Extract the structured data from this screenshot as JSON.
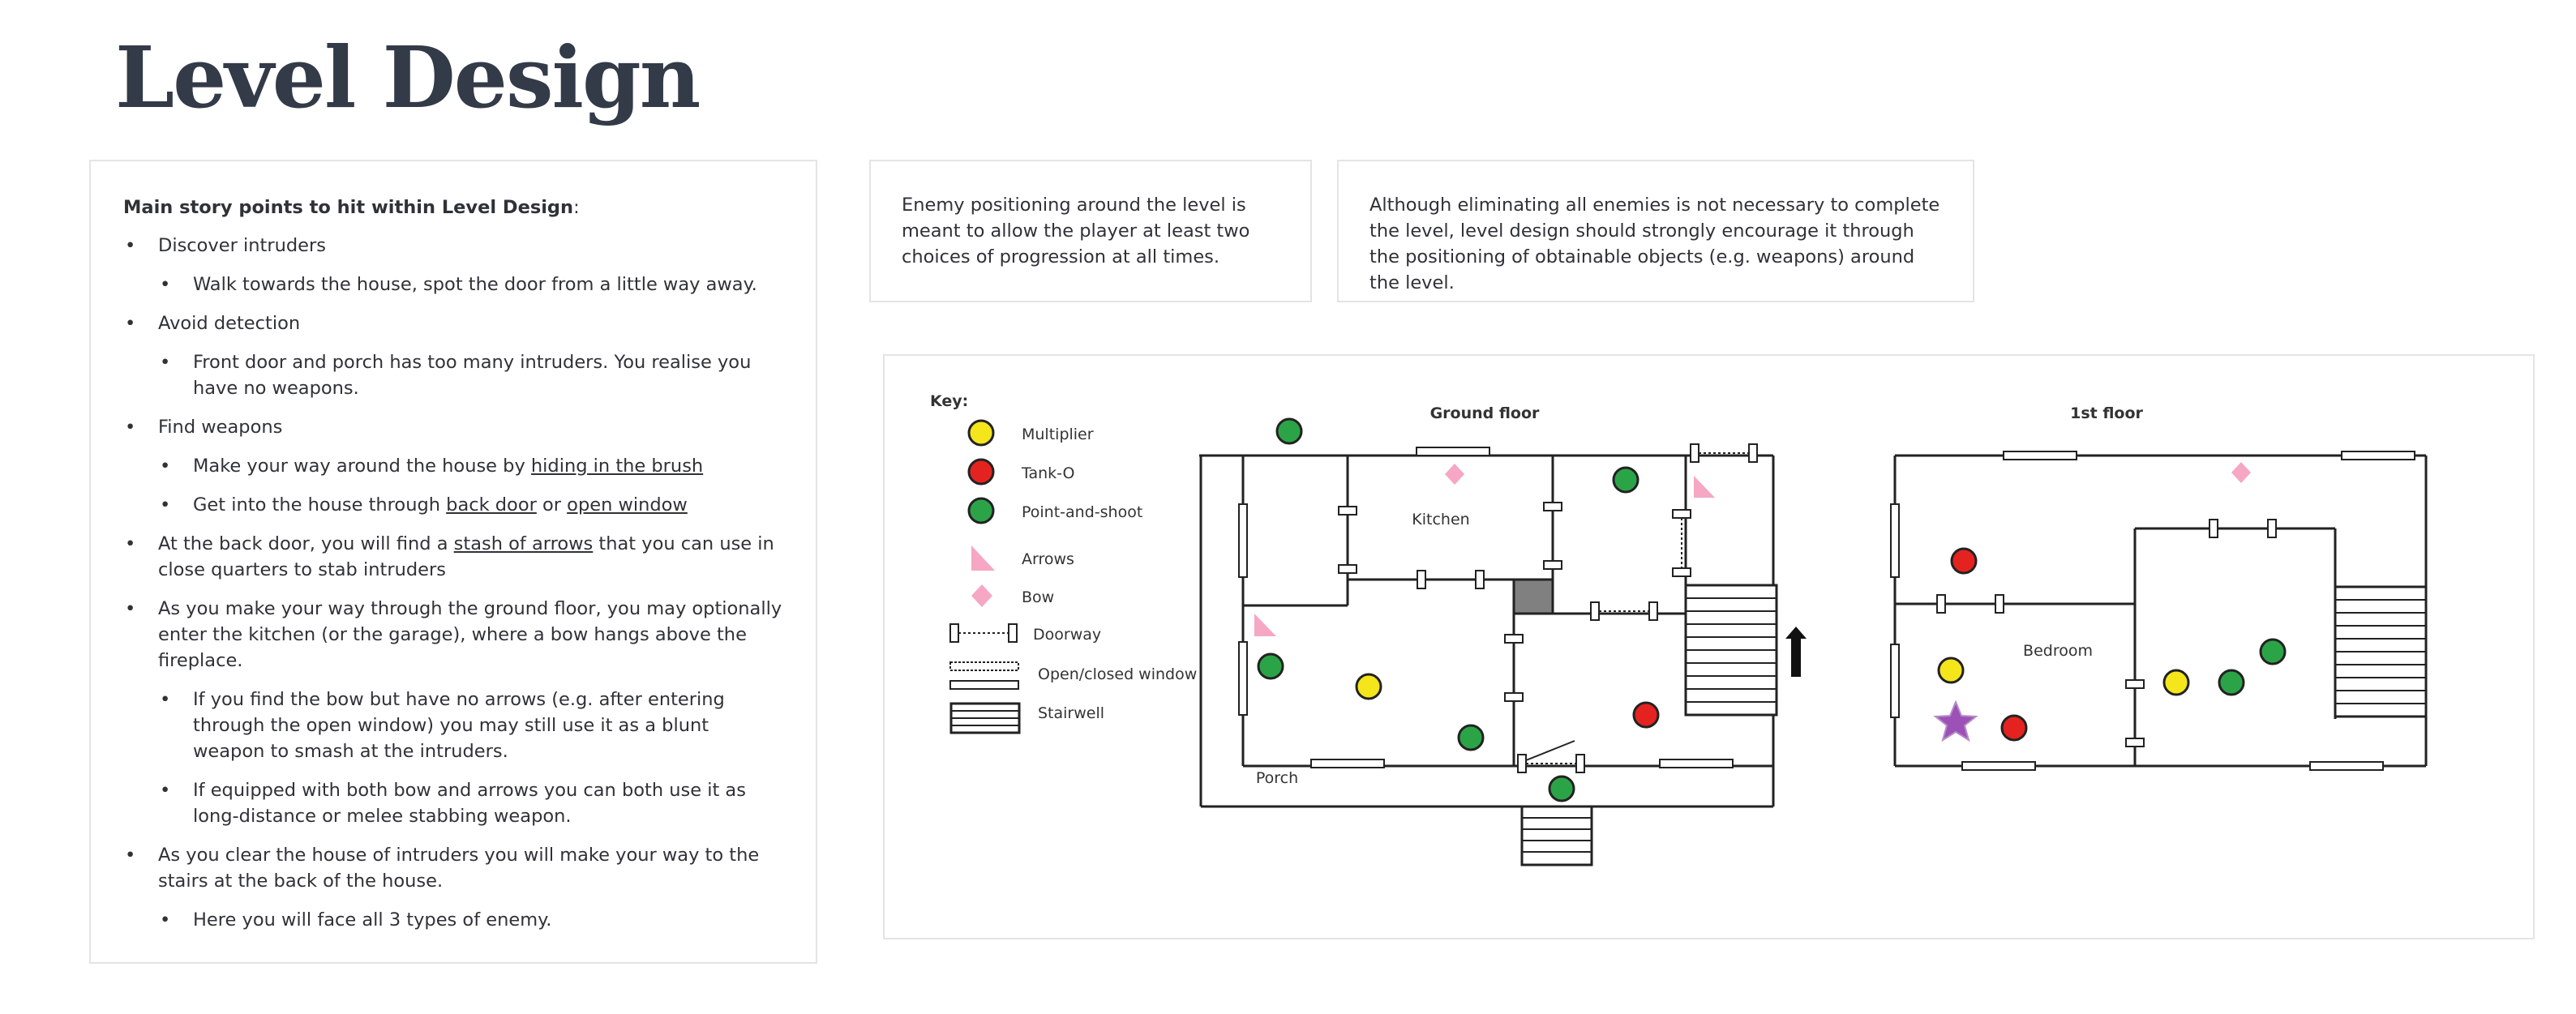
{
  "title": "Level Design",
  "story": {
    "heading": "Main story points to hit within Level Design",
    "heading_suffix": ":",
    "items": [
      {
        "level": 1,
        "parts": [
          {
            "text": "Discover intruders"
          }
        ]
      },
      {
        "level": 2,
        "parts": [
          {
            "text": "Walk towards the house, spot the door from a little way away."
          }
        ]
      },
      {
        "level": 1,
        "parts": [
          {
            "text": "Avoid detection"
          }
        ]
      },
      {
        "level": 2,
        "parts": [
          {
            "text": "Front door and porch has too many intruders. You realise you have no weapons."
          }
        ]
      },
      {
        "level": 1,
        "parts": [
          {
            "text": "Find weapons"
          }
        ]
      },
      {
        "level": 2,
        "parts": [
          {
            "text": "Make your way around the house by "
          },
          {
            "text": "hiding in the brush",
            "link": true
          }
        ]
      },
      {
        "level": 2,
        "parts": [
          {
            "text": "Get into the house through "
          },
          {
            "text": "back door",
            "link": true
          },
          {
            "text": " or "
          },
          {
            "text": "open window",
            "link": true
          }
        ]
      },
      {
        "level": 1,
        "parts": [
          {
            "text": "At the back door, you will find a "
          },
          {
            "text": "stash of arrows",
            "link": true
          },
          {
            "text": " that you can use in close quarters to stab intruders"
          }
        ]
      },
      {
        "level": 1,
        "parts": [
          {
            "text": "As you make your way through the ground floor, you may optionally enter the kitchen (or the garage), where a bow hangs above the fireplace."
          }
        ]
      },
      {
        "level": 2,
        "parts": [
          {
            "text": "If you find the bow but have no arrows (e.g. after entering through the open window) you may still use it as a blunt weapon to smash at the intruders."
          }
        ]
      },
      {
        "level": 2,
        "parts": [
          {
            "text": "If equipped with both bow and arrows you can both use it as long-distance or melee stabbing weapon."
          }
        ]
      },
      {
        "level": 1,
        "parts": [
          {
            "text": "As you clear the house of intruders you will make your way to the stairs at the back of the house."
          }
        ]
      },
      {
        "level": 2,
        "parts": [
          {
            "text": "Here you will face all 3 types of enemy."
          }
        ]
      }
    ]
  },
  "notes": {
    "enemy_positioning": "Enemy positioning around the level is meant to allow the player at least two choices of progression at all times.",
    "eliminating_enemies": "Although eliminating all enemies is not necessary to complete the level, level design should strongly encourage it through the positioning of obtainable objects (e.g. weapons) around the level."
  },
  "map": {
    "key_title": "Key:",
    "key": {
      "multiplier": "Multiplier",
      "tank_o": "Tank-O",
      "point_and_shoot": "Point-and-shoot",
      "arrows": "Arrows",
      "bow": "Bow",
      "doorway": "Doorway",
      "window": "Open/closed window",
      "stairwell": "Stairwell"
    },
    "ground_floor": {
      "title": "Ground floor",
      "kitchen": "Kitchen",
      "porch": "Porch"
    },
    "first_floor": {
      "title": "1st floor",
      "bedroom": "Bedroom"
    },
    "colors": {
      "multiplier": "#f5e51b",
      "tank_o": "#e42320",
      "point_and_shoot": "#2ba447",
      "weapon_pink": "#f5a7c4",
      "player_star": "#9c51b6",
      "wall": "#222222"
    },
    "icons": {
      "player_start": "star-icon",
      "stair_direction": "arrow-up-icon"
    }
  }
}
